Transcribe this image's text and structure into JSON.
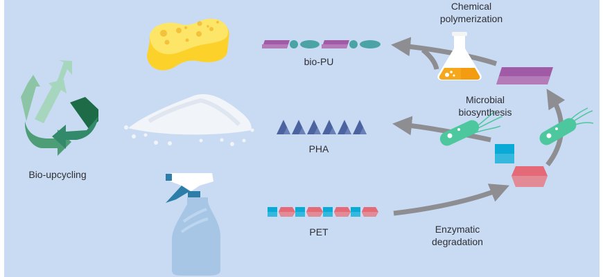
{
  "diagram": {
    "title": "Bio-upcycling",
    "colors": {
      "background": "#c9dbf3",
      "arrow": "#8e8e92",
      "pu_purple": "#a05aa6",
      "pu_teal": "#4ca3a6",
      "pha_blue": "#4b64a0",
      "pet_cyan": "#1fb0d8",
      "pet_red": "#e46a78",
      "bacteria_green": "#4cc79e",
      "flask_liquid": "#f6a81d",
      "sponge_yellow": "#fcd22a"
    },
    "products": [
      {
        "id": "bio-pu",
        "label": "bio-PU",
        "object": "sponge"
      },
      {
        "id": "pha",
        "label": "PHA",
        "object": "plastic-pellets"
      },
      {
        "id": "pet",
        "label": "PET",
        "object": "spray-bottle"
      }
    ],
    "processes": [
      {
        "id": "chemical",
        "label_line1": "Chemical",
        "label_line2": "polymerization"
      },
      {
        "id": "microbial",
        "label_line1": "Microbial",
        "label_line2": "biosynthesis"
      },
      {
        "id": "enzymatic",
        "label_line1": "Enzymatic",
        "label_line2": "degradation"
      }
    ],
    "recycle_label": "Bio-upcycling"
  }
}
